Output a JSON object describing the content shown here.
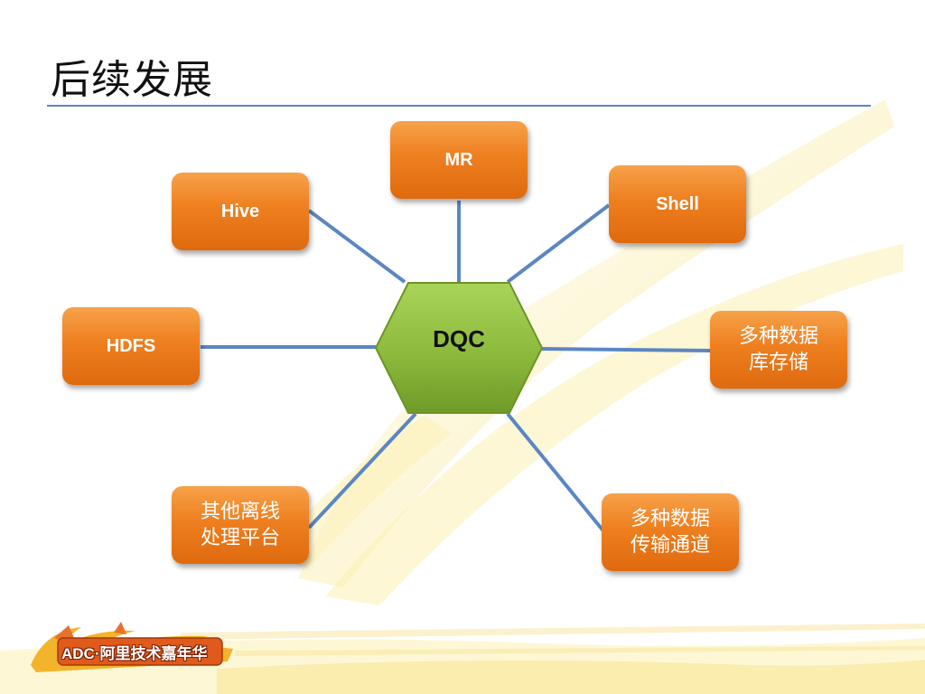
{
  "slide": {
    "title": "后续发展"
  },
  "diagram": {
    "center": {
      "label": "DQC"
    },
    "nodes": [
      {
        "id": "mr",
        "label": "MR"
      },
      {
        "id": "hive",
        "label": "Hive"
      },
      {
        "id": "shell",
        "label": "Shell"
      },
      {
        "id": "hdfs",
        "label": "HDFS"
      },
      {
        "id": "db-storage",
        "label": "多种数据\n库存储"
      },
      {
        "id": "offline",
        "label": "其他离线\n处理平台"
      },
      {
        "id": "transport",
        "label": "多种数据\n传输通道"
      }
    ]
  },
  "branding": {
    "logo_text": "ADC·阿里技术嘉年华"
  },
  "colors": {
    "node_orange": "#ee7f1f",
    "hub_green": "#8cba3c",
    "connector_blue": "#5b86c2",
    "rule_blue": "#5b86c2",
    "background_swoosh": "#fbf1b8"
  }
}
